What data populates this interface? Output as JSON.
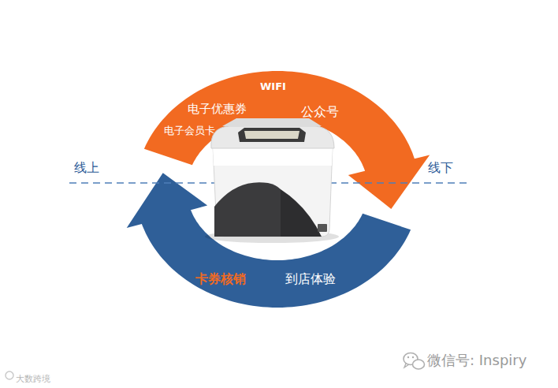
{
  "diagram": {
    "labels": [
      "WIFI",
      "电子优惠券",
      "公众号",
      "电子会员卡",
      "线上",
      "线下",
      "卡券核销",
      "到店体验",
      "微信号: Inspiry",
      "大数跨境"
    ]
  }
}
